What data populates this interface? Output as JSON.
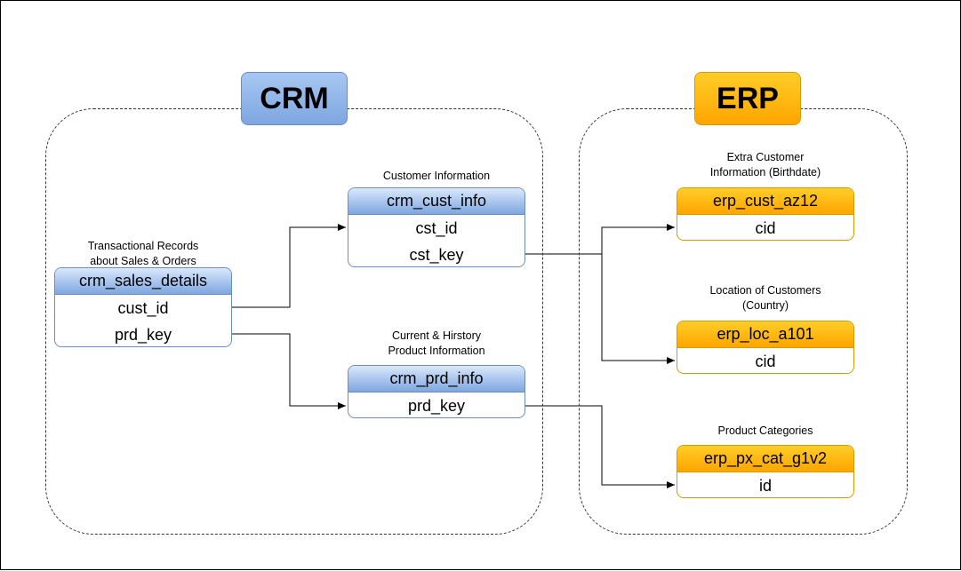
{
  "groups": {
    "crm": {
      "title": "CRM"
    },
    "erp": {
      "title": "ERP"
    }
  },
  "tables": {
    "crm_sales_details": {
      "caption": [
        "Transactional Records",
        "about Sales & Orders"
      ],
      "name": "crm_sales_details",
      "fields": [
        "cust_id",
        "prd_key"
      ]
    },
    "crm_cust_info": {
      "caption": [
        "Customer Information"
      ],
      "name": "crm_cust_info",
      "fields": [
        "cst_id",
        "cst_key"
      ]
    },
    "crm_prd_info": {
      "caption": [
        "Current & Hirstory",
        "Product Information"
      ],
      "name": "crm_prd_info",
      "fields": [
        "prd_key"
      ]
    },
    "erp_cust_az12": {
      "caption": [
        "Extra Customer",
        "Information (Birthdate)"
      ],
      "name": "erp_cust_az12",
      "fields": [
        "cid"
      ]
    },
    "erp_loc_a101": {
      "caption": [
        "Location of Customers",
        "(Country)"
      ],
      "name": "erp_loc_a101",
      "fields": [
        "cid"
      ]
    },
    "erp_px_cat_g1v2": {
      "caption": [
        "Product Categories"
      ],
      "name": "erp_px_cat_g1v2",
      "fields": [
        "id"
      ]
    }
  },
  "colors": {
    "crm_fill": "#7ea6e0",
    "crm_stroke": "#6c8ebf",
    "erp_fill": "#ffa500",
    "erp_stroke": "#d79b00",
    "connector": "#000000"
  }
}
